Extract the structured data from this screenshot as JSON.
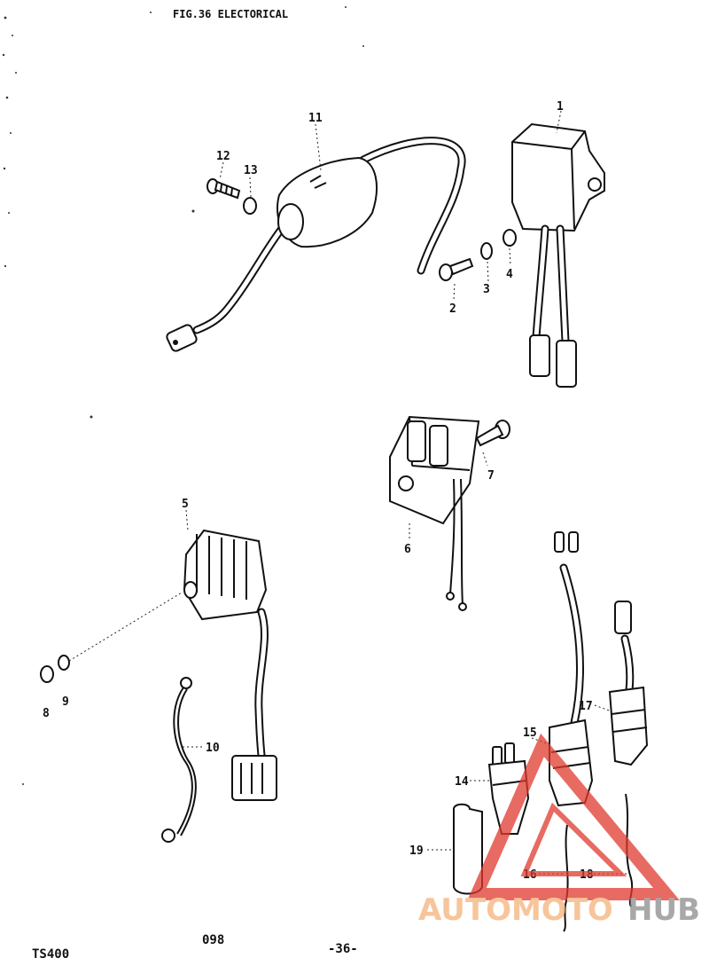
{
  "title": "FIG.36  ELECTORICAL",
  "footer": {
    "model": "TS400",
    "code": "098",
    "page": "-36-"
  },
  "callouts": [
    "1",
    "2",
    "3",
    "4",
    "5",
    "6",
    "7",
    "8",
    "9",
    "10",
    "11",
    "12",
    "13",
    "14",
    "15",
    "16",
    "17",
    "18",
    "19"
  ],
  "watermark": {
    "text_a": "AUTOMOTO",
    "text_b": "HUB",
    "color_a": "#f5b27a",
    "color_b": "#8c8c8c",
    "triangle_color": "#e03a2e"
  }
}
